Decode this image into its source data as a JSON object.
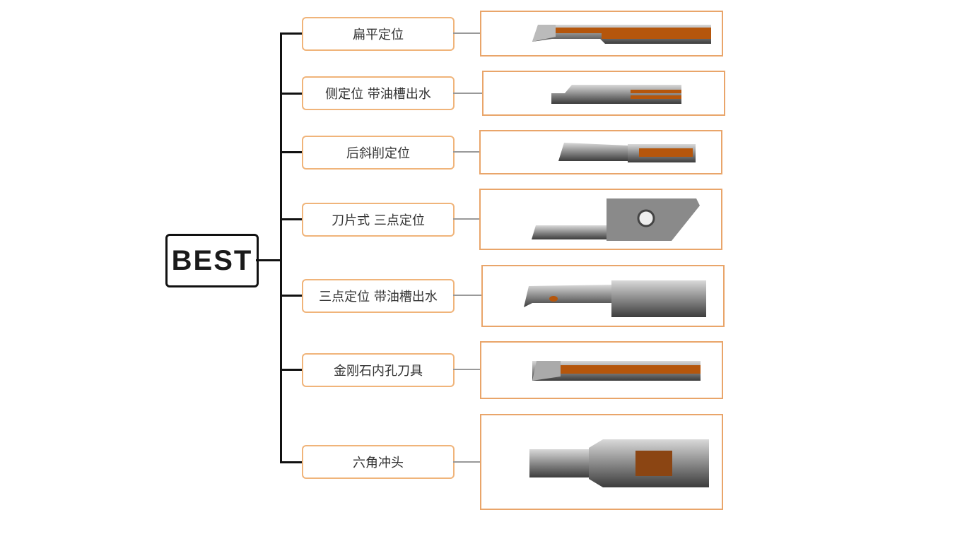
{
  "root": {
    "label": "BEST"
  },
  "items": [
    {
      "label": "扁平定位",
      "image": "flat-positioning-tool"
    },
    {
      "label": "侧定位 带油槽出水",
      "image": "side-positioning-coolant-tool"
    },
    {
      "label": "后斜削定位",
      "image": "back-bevel-positioning-tool"
    },
    {
      "label": "刀片式 三点定位",
      "image": "insert-three-point-tool"
    },
    {
      "label": "三点定位 带油槽出水",
      "image": "three-point-coolant-tool"
    },
    {
      "label": "金刚石内孔刀具",
      "image": "diamond-boring-tool"
    },
    {
      "label": "六角冲头",
      "image": "hex-punch-tool"
    }
  ],
  "colors": {
    "accent": "#f0b47a",
    "carbide": "#b5560c",
    "line": "#111111"
  }
}
